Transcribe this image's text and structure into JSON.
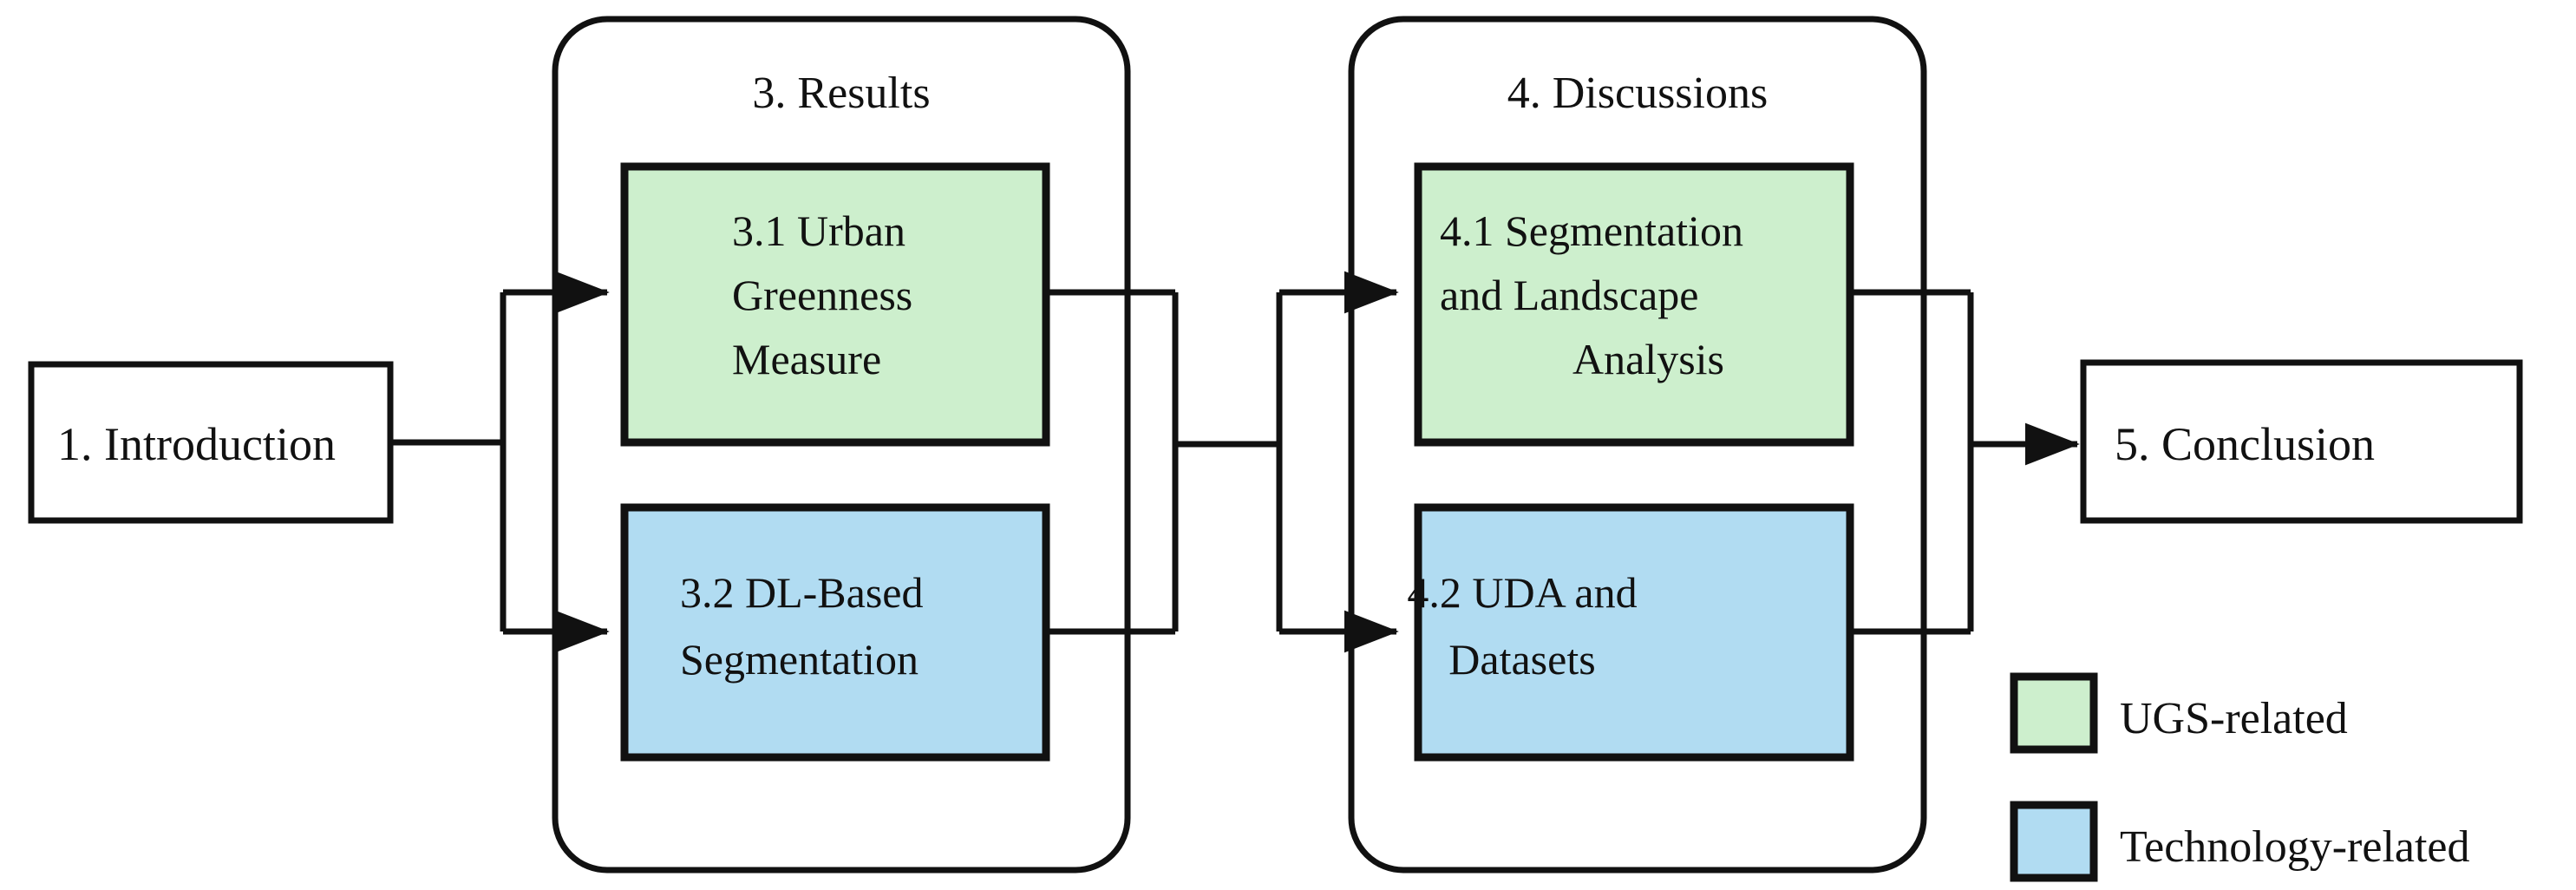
{
  "figure": {
    "type": "flowchart",
    "title": "Paper structure flowchart",
    "background_color": "#ffffff",
    "line_color": "#111111"
  },
  "nodes": {
    "introduction": {
      "label": "1. Introduction",
      "style": "plain"
    },
    "results_group": {
      "label": "3. Results",
      "style": "rounded-container"
    },
    "discussions_group": {
      "label": "4. Discussions",
      "style": "rounded-container"
    },
    "results_31": {
      "line1": "3.1 Urban",
      "line2": "Greenness",
      "line3": "Measure",
      "category": "UGS-related",
      "fill": "#cdefcd"
    },
    "results_32": {
      "line1": "3.2 DL-Based",
      "line2": "Segmentation",
      "category": "Technology-related",
      "fill": "#b1dcf2"
    },
    "discussions_41": {
      "line1": "4.1 Segmentation",
      "line2": "and Landscape",
      "line3": "Analysis",
      "category": "UGS-related",
      "fill": "#cdefcd"
    },
    "discussions_42": {
      "line1": "4.2 UDA and",
      "line2": "Datasets",
      "category": "Technology-related",
      "fill": "#b1dcf2"
    },
    "conclusion": {
      "label": "5. Conclusion",
      "style": "plain"
    }
  },
  "legend": {
    "items": [
      {
        "label": "UGS-related",
        "color": "#cdefcd"
      },
      {
        "label": "Technology-related",
        "color": "#b1dcf2"
      }
    ]
  },
  "flow": {
    "edges": [
      {
        "from": "1. Introduction",
        "to": "3.1 Urban Greenness Measure"
      },
      {
        "from": "1. Introduction",
        "to": "3.2 DL-Based Segmentation"
      },
      {
        "from": "3.1 Urban Greenness Measure",
        "to": "4.1 Segmentation and Landscape Analysis"
      },
      {
        "from": "3.1 Urban Greenness Measure",
        "to": "4.2 UDA and Datasets"
      },
      {
        "from": "3.2 DL-Based Segmentation",
        "to": "4.1 Segmentation and Landscape Analysis"
      },
      {
        "from": "3.2 DL-Based Segmentation",
        "to": "4.2 UDA and Datasets"
      },
      {
        "from": "4.1 Segmentation and Landscape Analysis",
        "to": "5. Conclusion"
      },
      {
        "from": "4.2 UDA and Datasets",
        "to": "5. Conclusion"
      }
    ]
  }
}
